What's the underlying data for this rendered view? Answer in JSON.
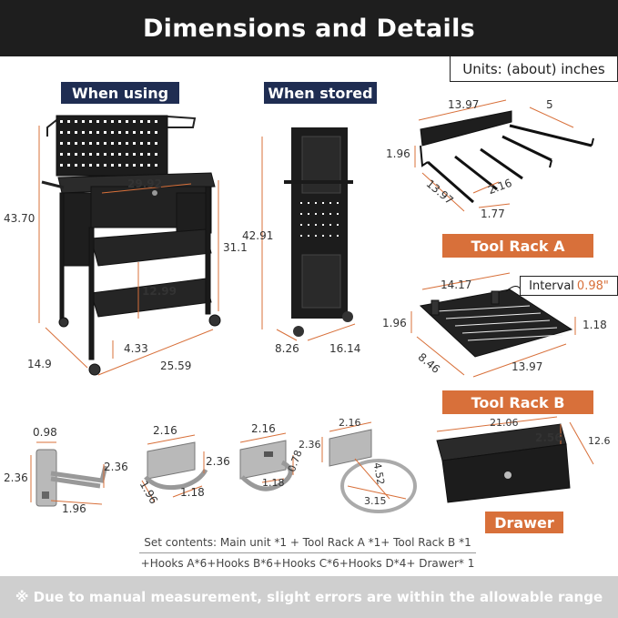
{
  "header": {
    "title": "Dimensions and Details"
  },
  "units": "Units: (about) inches",
  "labels": {
    "when_using": "When using",
    "when_stored": "When stored",
    "tool_rack_a": "Tool Rack A",
    "tool_rack_b": "Tool Rack B",
    "drawer": "Drawer"
  },
  "interval": {
    "label": "Interval",
    "value": "0.98\""
  },
  "dimensions": {
    "cart_height": "43.70",
    "cart_width": "29.92",
    "cart_side": "31.1",
    "cart_shelf": "12.99",
    "cart_bottom": "4.33",
    "cart_depth": "14.9",
    "cart_length": "25.59",
    "stored_height": "42.91",
    "stored_depth": "8.26",
    "stored_width": "16.14",
    "rack_a_length": "13.97",
    "rack_a_arm": "5",
    "rack_a_height": "1.96",
    "rack_a_depth": "13.97",
    "rack_a_gap": "2.16",
    "rack_a_small": "1.77",
    "rack_b_width": "14.17",
    "rack_b_height_left": "1.96",
    "rack_b_height_right": "1.18",
    "rack_b_depth": "8.46",
    "rack_b_length": "13.97",
    "hook_a_top": "0.98",
    "hook_a_left": "2.36",
    "hook_a_right": "2.36",
    "hook_a_bottom": "1.96",
    "hook_b_top": "2.16",
    "hook_b_side": "2.36",
    "hook_b_left": "1.96",
    "hook_b_bottom": "1.18",
    "hook_c_top": "2.16",
    "hook_c_mid": "0.78",
    "hook_c_low": "1.18",
    "hook_d_top": "2.16",
    "hook_d_left": "2.36",
    "hook_d_mid": "4.52",
    "hook_d_low": "3.15",
    "drawer_width": "21.06",
    "drawer_height": "2.56",
    "drawer_depth": "12.6"
  },
  "contents": {
    "line1": "Set contents: Main unit *1 + Tool Rack A *1+ Tool Rack B *1",
    "line2": "+Hooks A*6+Hooks B*6+Hooks C*6+Hooks D*4+ Drawer* 1"
  },
  "footer": "※ Due to manual measurement, slight errors are within the allowable range",
  "colors": {
    "accent": "#d8703a",
    "navy": "#1f2d52",
    "header_bg": "#1e1e1e",
    "footer_bg": "#cfcfcf"
  }
}
